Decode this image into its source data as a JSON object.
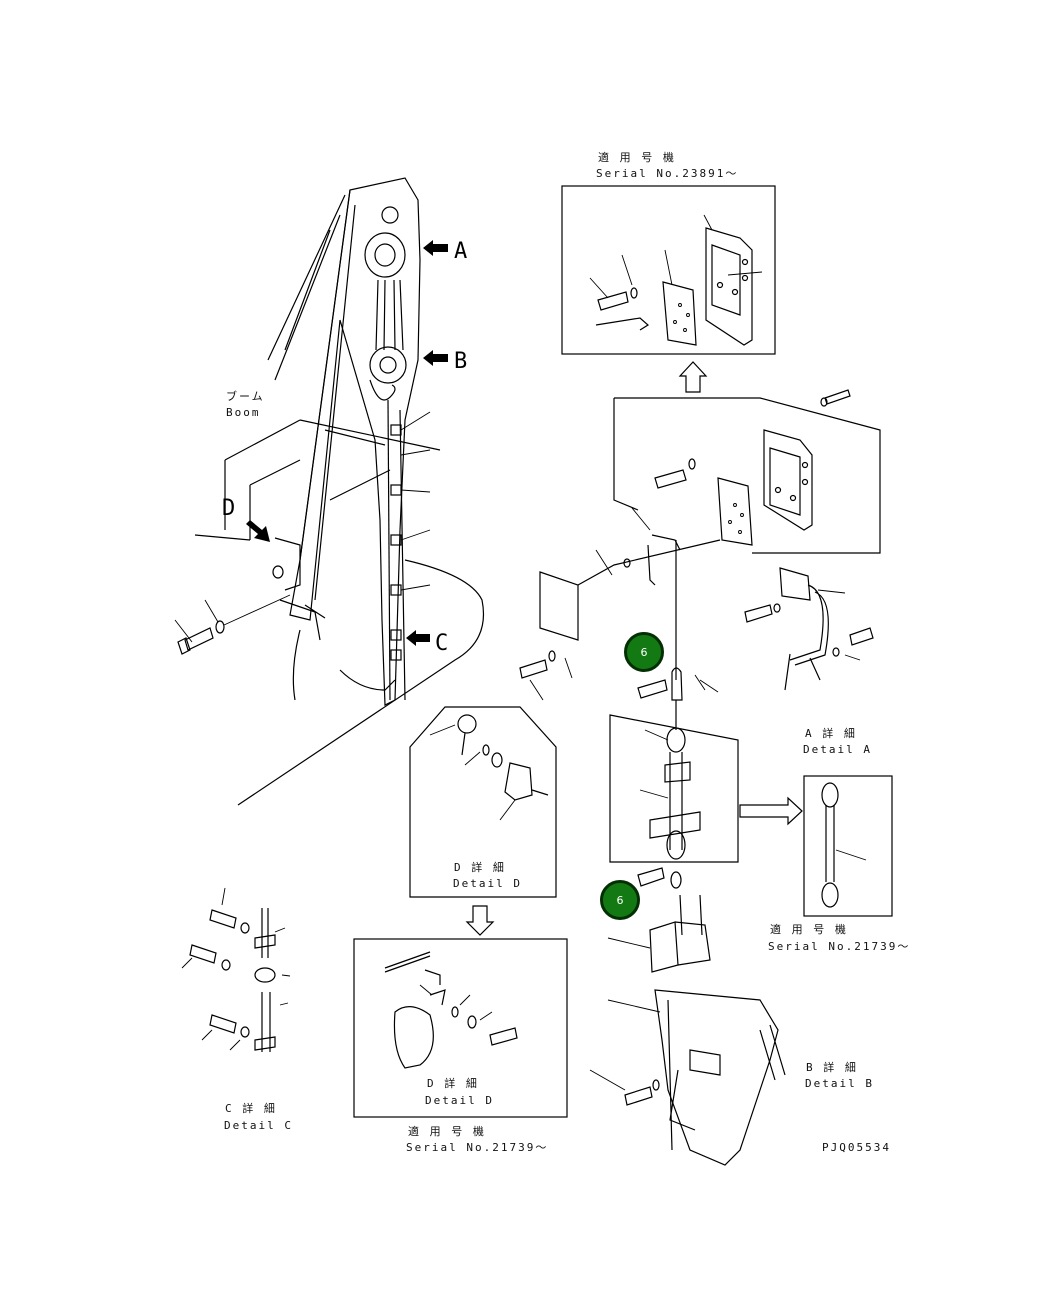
{
  "drawing_code": "PJQ05534",
  "markers": {
    "part_6": "6"
  },
  "arrows": {
    "a": "A",
    "b": "B",
    "c": "C",
    "d": "D"
  },
  "boom": {
    "jp": "ブーム",
    "en": "Boom"
  },
  "serial_top": {
    "jp": "適 用 号 機",
    "en": "Serial No.23891～"
  },
  "detail_a": {
    "jp": "A 詳 細",
    "en": "Detail A"
  },
  "serial_a": {
    "jp": "適 用 号 機",
    "en": "Serial No.21739～"
  },
  "detail_b": {
    "jp": "B 詳 細",
    "en": "Detail B"
  },
  "detail_c": {
    "jp": "C 詳 細",
    "en": "Detail C"
  },
  "detail_d1": {
    "jp": "D 詳 細",
    "en": "Detail D"
  },
  "detail_d2": {
    "jp": "D 詳 細",
    "en": "Detail D"
  },
  "serial_d": {
    "jp": "適 用 号 機",
    "en": "Serial No.21739～"
  },
  "colors": {
    "marker_fill": "#137a13",
    "marker_ring": "#042f04",
    "line": "#000000",
    "background": "#ffffff"
  }
}
